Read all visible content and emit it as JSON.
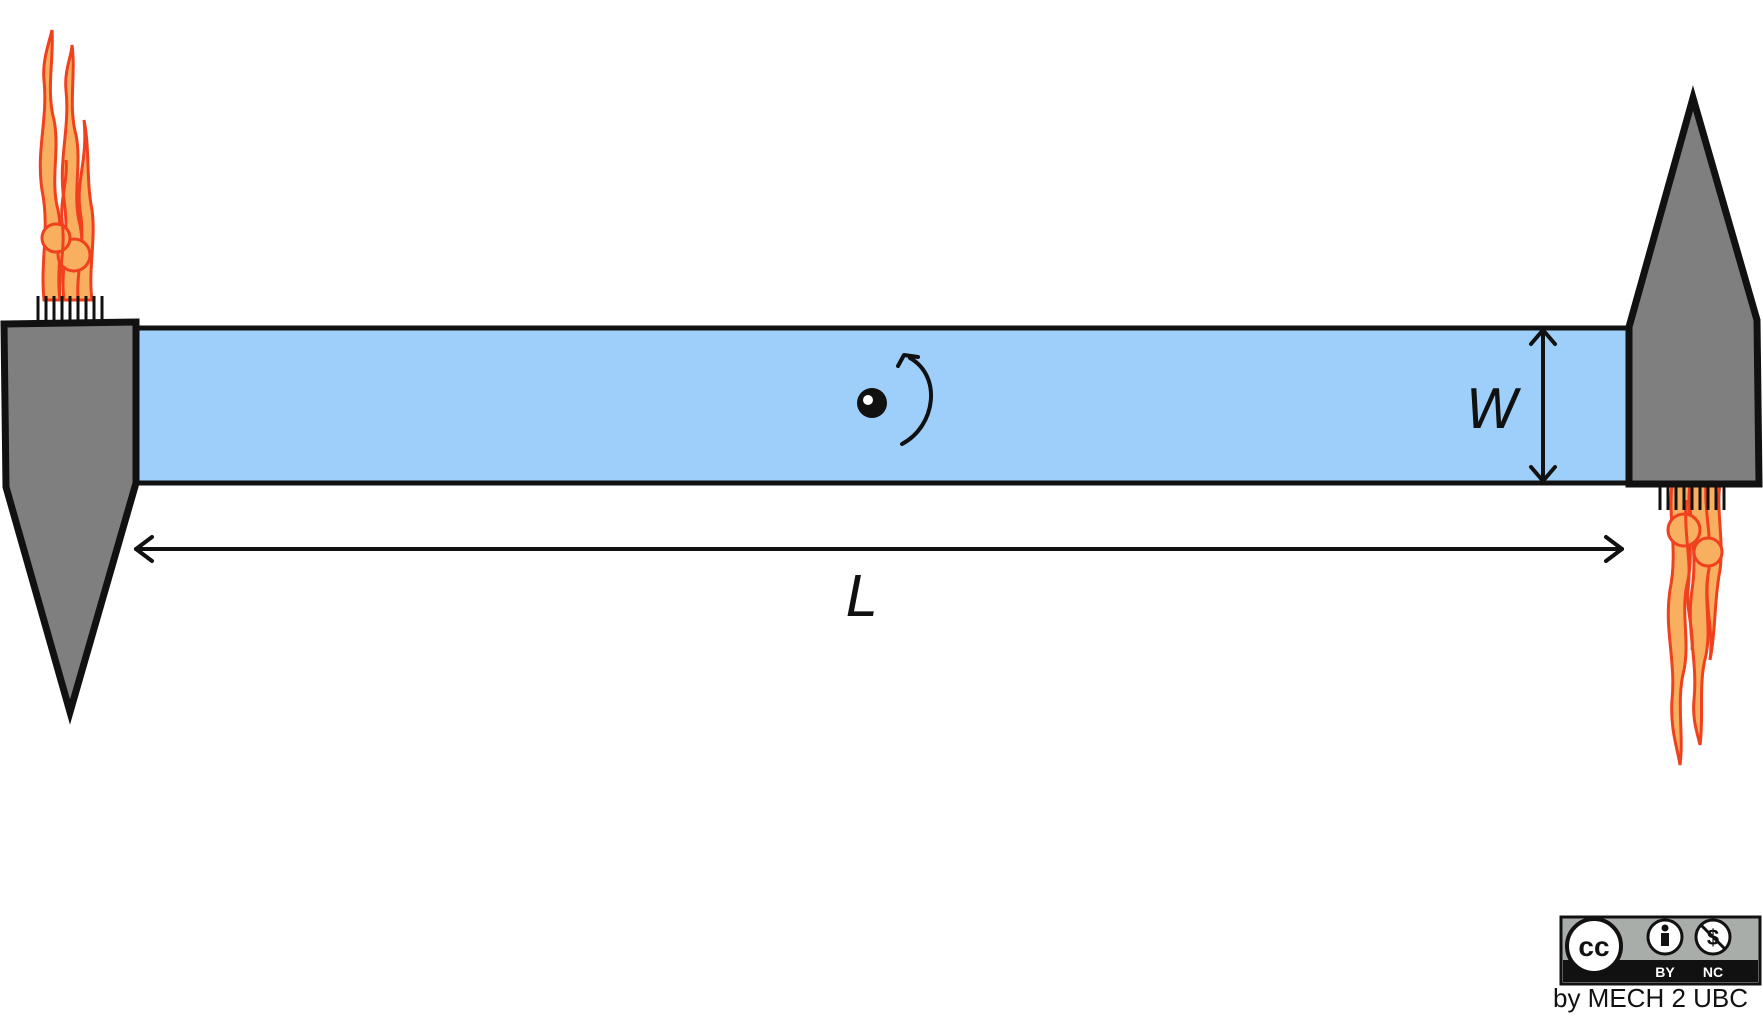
{
  "diagram": {
    "labels": {
      "length": "L",
      "width": "W"
    },
    "colors": {
      "beam": "#9dcffa",
      "thruster": "#7f7f7f",
      "outline": "#111111",
      "flame_outer": "#f0401e",
      "flame_inner": "#f8b060"
    },
    "icons": {
      "rotation": "rotation-arrow-icon",
      "pivot": "pivot-point-icon"
    }
  },
  "license": {
    "badge_by": "BY",
    "badge_nc": "NC",
    "badge_cc": "cc",
    "credit": "by MECH 2 UBC"
  }
}
